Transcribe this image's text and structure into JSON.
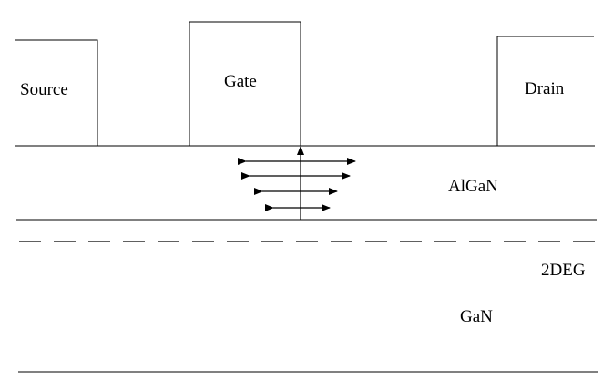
{
  "labels": {
    "source": "Source",
    "gate": "Gate",
    "drain": "Drain",
    "algan": "AlGaN",
    "twodeg": "2DEG",
    "gan": "GaN"
  },
  "colors": {
    "stroke": "#000000",
    "background": "#ffffff"
  }
}
